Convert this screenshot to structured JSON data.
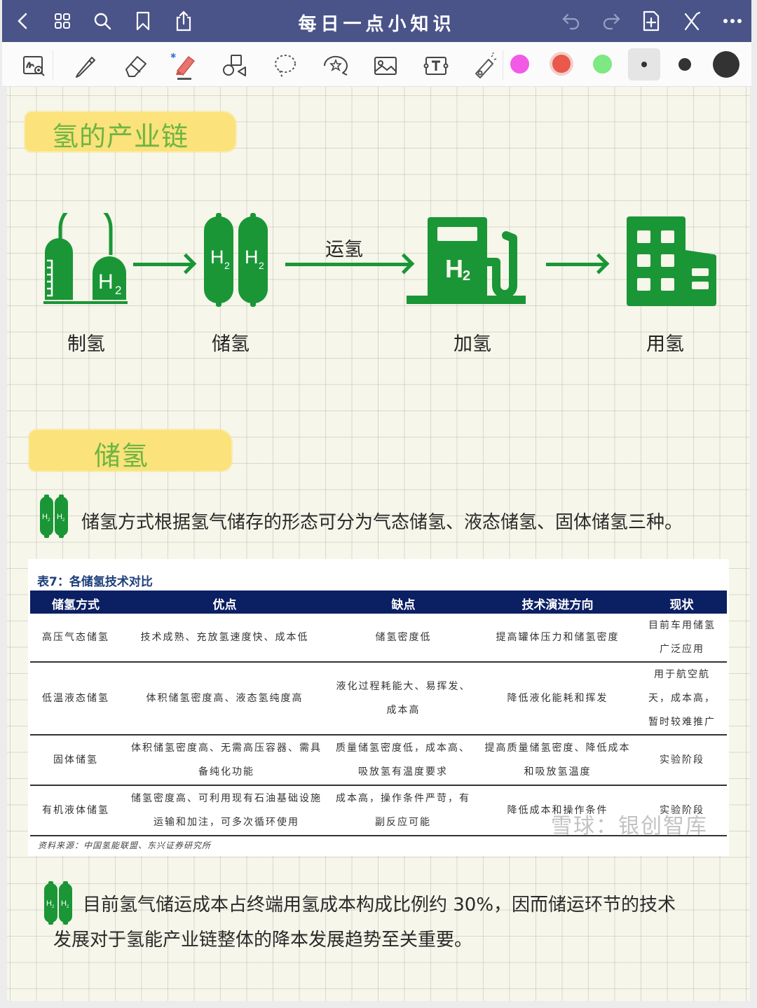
{
  "app": {
    "title": "每日一点小知识",
    "nav_icons": [
      "back-icon",
      "grid-icon",
      "search-icon",
      "bookmark-icon",
      "share-icon"
    ],
    "right_icons": [
      "undo-icon",
      "redo-icon",
      "add-page-icon",
      "close-icon",
      "more-icon"
    ]
  },
  "toolbar": {
    "tools": [
      "zoom-writing-icon",
      "pen-icon",
      "eraser-icon",
      "highlighter-icon",
      "shapes-icon",
      "lasso-icon",
      "sticker-icon",
      "image-icon",
      "text-icon",
      "laser-pointer-icon"
    ],
    "colors": [
      "#f25ae6",
      "#e9584b",
      "#7ee882"
    ],
    "selected_color": "#e9584b",
    "sizes": [
      "small",
      "medium",
      "large"
    ],
    "selected_size": "small"
  },
  "section1": {
    "title": "氢的产业链",
    "chain": [
      {
        "label": "制氢",
        "icon": "hydrogen-production-icon",
        "h2": "H",
        "sub": "2"
      },
      {
        "label": "储氢",
        "icon": "hydrogen-tanks-icon",
        "h2": "H",
        "sub": "2"
      },
      {
        "label": "加氢",
        "icon": "hydrogen-station-icon",
        "h2": "H",
        "sub": "2"
      },
      {
        "label": "用氢",
        "icon": "building-icon"
      }
    ],
    "transport_label": "运氢"
  },
  "section2": {
    "title": "储氢",
    "bullet1": "储氢方式根据氢气储存的形态可分为气态储氢、液态储氢、固体储氢三种。",
    "bullet2_line1": "目前氢气储运成本占终端用氢成本构成比例约 30%，因而储运环节的技术",
    "bullet2_line2": "发展对于氢能产业链整体的降本发展趋势至关重要。"
  },
  "table": {
    "caption": "表7：各储氢技术对比",
    "headers": [
      "储氢方式",
      "优点",
      "缺点",
      "技术演进方向",
      "现状"
    ],
    "rows": [
      {
        "method": "高压气态储氢",
        "pros": "技术成熟、充放氢速度快、成本低",
        "cons": "储氢密度低",
        "direction": "提高罐体压力和储氢密度",
        "status": "目前车用储氢广泛应用"
      },
      {
        "method": "低温液态储氢",
        "pros": "体积储氢密度高、液态氢纯度高",
        "cons": "液化过程耗能大、易挥发、成本高",
        "direction": "降低液化能耗和挥发",
        "status": "用于航空航天，成本高，暂时较难推广"
      },
      {
        "method": "固体储氢",
        "pros": "体积储氢密度高、无需高压容器、需具备纯化功能",
        "cons": "质量储氢密度低，成本高、吸放氢有温度要求",
        "direction": "提高质量储氢密度、降低成本和吸放氢温度",
        "status": "实验阶段"
      },
      {
        "method": "有机液体储氢",
        "pros": "储氢密度高、可利用现有石油基础设施运输和加注，可多次循环使用",
        "cons": "成本高，操作条件严苛，有副反应可能",
        "direction": "降低成本和操作条件",
        "status": "实验阶段"
      }
    ],
    "source": "资料来源：中国氢能联盟、东兴证券研究所",
    "watermark": "雪球：银创智库"
  },
  "colors": {
    "nav_bg": "#4a5488",
    "accent_green": "#1a9636",
    "title_green": "#6cb543",
    "highlight_yellow": "#fbe27a",
    "table_header": "#0b1f63"
  }
}
